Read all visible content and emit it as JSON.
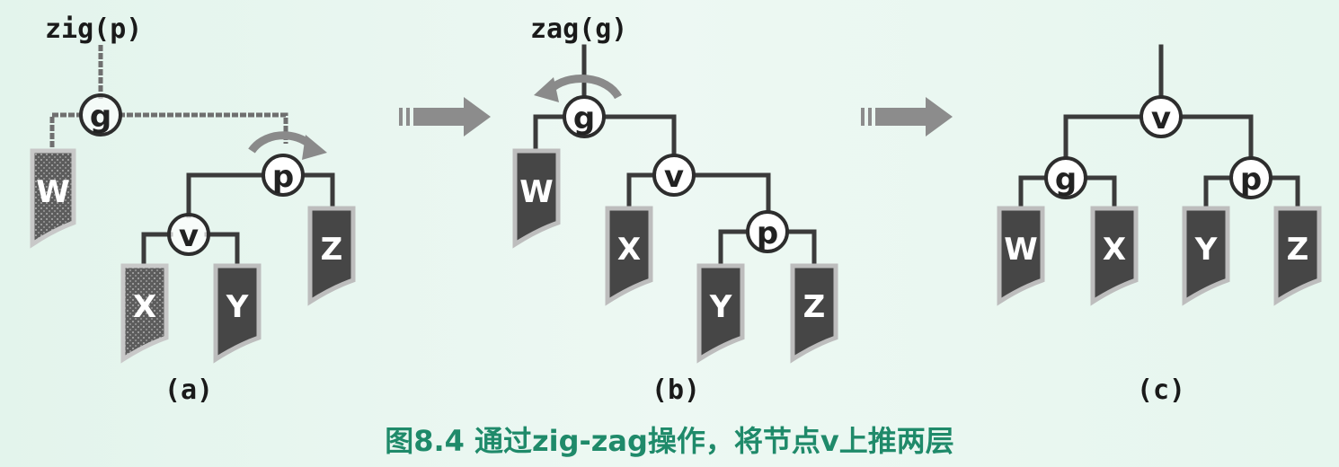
{
  "panels": [
    {
      "label": "(a)",
      "operation": "zig(p)",
      "nodes": [
        "g",
        "p",
        "v"
      ],
      "subtrees": [
        "W",
        "X",
        "Y",
        "Z"
      ]
    },
    {
      "label": "(b)",
      "operation": "zag(g)",
      "nodes": [
        "g",
        "v",
        "p"
      ],
      "subtrees": [
        "W",
        "X",
        "Y",
        "Z"
      ]
    },
    {
      "label": "(c)",
      "nodes": [
        "v",
        "g",
        "p"
      ],
      "subtrees": [
        "W",
        "X",
        "Y",
        "Z"
      ]
    }
  ],
  "caption": "图8.4 通过zig-zag操作，将节点v上推两层",
  "colors": {
    "caption": "#1f8a6a",
    "subtree_fill": "#464646",
    "arrow": "#8c8c8c"
  }
}
